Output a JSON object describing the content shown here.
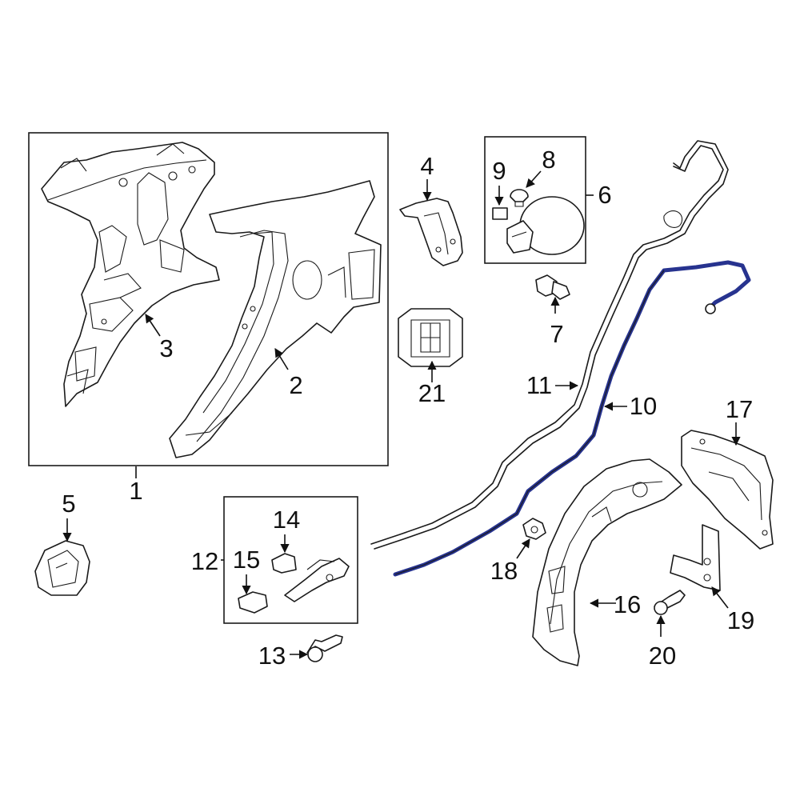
{
  "colors": {
    "line": "#1a1a1a",
    "highlight": "#27338f",
    "background": "#ffffff"
  },
  "callouts": {
    "c1": "1",
    "c2": "2",
    "c3": "3",
    "c4": "4",
    "c5": "5",
    "c6": "6",
    "c7": "7",
    "c8": "8",
    "c9": "9",
    "c10": "10",
    "c11": "11",
    "c12": "12",
    "c13": "13",
    "c14": "14",
    "c15": "15",
    "c16": "16",
    "c17": "17",
    "c18": "18",
    "c19": "19",
    "c20": "20",
    "c21": "21"
  }
}
